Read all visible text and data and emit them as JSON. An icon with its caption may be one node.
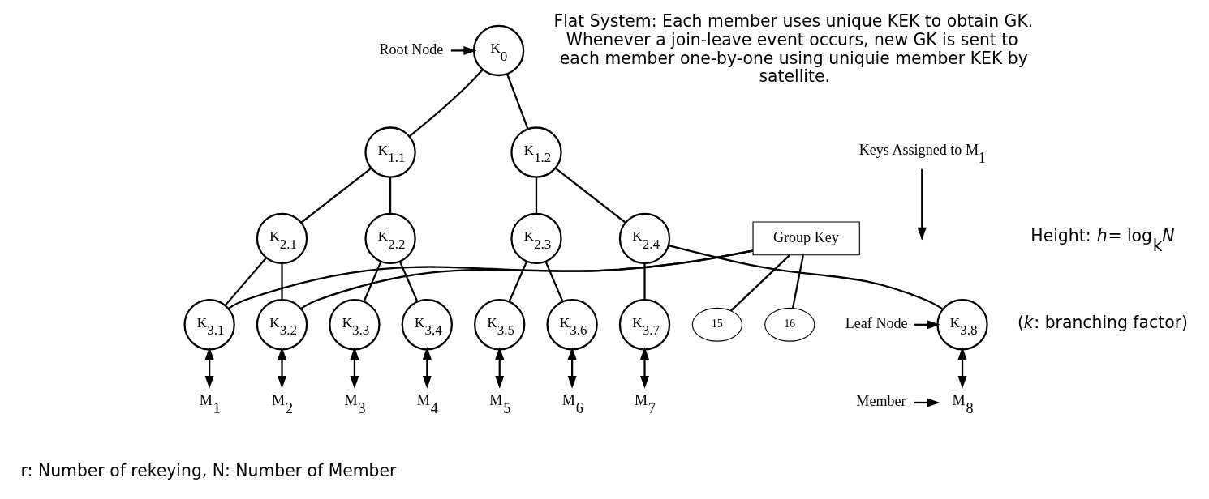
{
  "diagram": {
    "nodes": [
      {
        "text": [
          "K$_{0}$"
        ]
      },
      {
        "text": [
          "K$_{1.1}$"
        ]
      },
      {
        "text": [
          "K$_{1.2}$"
        ]
      },
      {
        "text": [
          "K$_{2.1}$"
        ]
      },
      {
        "text": [
          "K$_{2.2}$"
        ]
      },
      {
        "text": [
          "K$_{2.3}$"
        ]
      },
      {
        "text": [
          "K$_{2.4}$"
        ]
      },
      {
        "text": [
          "K$_{3.1}$"
        ]
      },
      {
        "text": [
          "K$_{3.2}$"
        ]
      },
      {
        "text": [
          "K$_{3.3}$"
        ]
      },
      {
        "text": [
          "K$_{3.4}$"
        ]
      },
      {
        "text": [
          "K$_{3.5}$"
        ]
      },
      {
        "text": [
          "K$_{3.6}$"
        ]
      },
      {
        "text": [
          "K$_{3.7}$"
        ]
      },
      {
        "text": [
          "K$_{3.8}$"
        ]
      },
      {
        "text": [
          "15"
        ]
      },
      {
        "text": [
          "16"
        ]
      },
      {
        "text": [
          "M$_{1}$"
        ]
      },
      {
        "text": [
          "M$_{2}$"
        ]
      },
      {
        "text": [
          "M$_{3}$"
        ]
      },
      {
        "text": [
          "M$_{4}$"
        ]
      },
      {
        "text": [
          "M$_{5}$"
        ]
      },
      {
        "text": [
          "M$_{6}$"
        ]
      },
      {
        "text": [
          "M$_{7}$"
        ]
      },
      {
        "text": [
          "M$_{8}$"
        ]
      },
      {
        "text": [
          "Root Node"
        ]
      },
      {
        "text": [
          "Leaf Node"
        ]
      },
      {
        "text": [
          "Member"
        ]
      },
      {
        "text": [
          "Keys Assigned to M$_{1}$"
        ]
      },
      {
        "text": [
          "Group Key"
        ]
      }
    ],
    "edges": [
      {
        "from": 0,
        "to": 1,
        "arrow": "none"
      },
      {
        "from": 0,
        "to": 2,
        "arrow": "none"
      },
      {
        "from": 1,
        "to": 3,
        "arrow": "none"
      },
      {
        "from": 1,
        "to": 4,
        "arrow": "none"
      },
      {
        "from": 2,
        "to": 5,
        "arrow": "none"
      },
      {
        "from": 2,
        "to": 6,
        "arrow": "none"
      },
      {
        "from": 3,
        "to": 7,
        "arrow": "none"
      },
      {
        "from": 3,
        "to": 8,
        "arrow": "none"
      },
      {
        "from": 4,
        "to": 9,
        "arrow": "none"
      },
      {
        "from": 4,
        "to": 10,
        "arrow": "none"
      },
      {
        "from": 5,
        "to": 11,
        "arrow": "none"
      },
      {
        "from": 5,
        "to": 12,
        "arrow": "none"
      },
      {
        "from": 6,
        "to": 13,
        "arrow": "none"
      },
      {
        "from": 6,
        "to": 14,
        "arrow": "none"
      },
      {
        "from": 7,
        "to": 17,
        "arrow": "both"
      },
      {
        "from": 8,
        "to": 18,
        "arrow": "both"
      },
      {
        "from": 9,
        "to": 19,
        "arrow": "both"
      },
      {
        "from": 10,
        "to": 20,
        "arrow": "both"
      },
      {
        "from": 11,
        "to": 21,
        "arrow": "both"
      },
      {
        "from": 12,
        "to": 22,
        "arrow": "both"
      },
      {
        "from": 13,
        "to": 23,
        "arrow": "both"
      },
      {
        "from": 14,
        "to": 24,
        "arrow": "both"
      },
      {
        "from": 25,
        "to": 0,
        "arrow": "to"
      },
      {
        "from": 26,
        "to": 14,
        "arrow": "to"
      },
      {
        "from": 27,
        "to": 24,
        "arrow": "to"
      },
      {
        "from": 28,
        "to": null,
        "arrow": "to"
      },
      {
        "from": 29,
        "to": 7,
        "arrow": "none"
      },
      {
        "from": 29,
        "to": 8,
        "arrow": "none"
      },
      {
        "from": 29,
        "to": 15,
        "arrow": "none"
      },
      {
        "from": 29,
        "to": 16,
        "arrow": "none"
      }
    ],
    "labels": [
      "Flat System: Each member uses unique KEK to obtain GK. Whenever a join-leave event occurs, new GK is sent to each member one-by-one using uniquie member KEK by satellite.",
      "Height: *h*= log$_{k}$*N*",
      "(*k*: branching factor)",
      "r: Number of rekeying, N: Number of Member"
    ]
  }
}
